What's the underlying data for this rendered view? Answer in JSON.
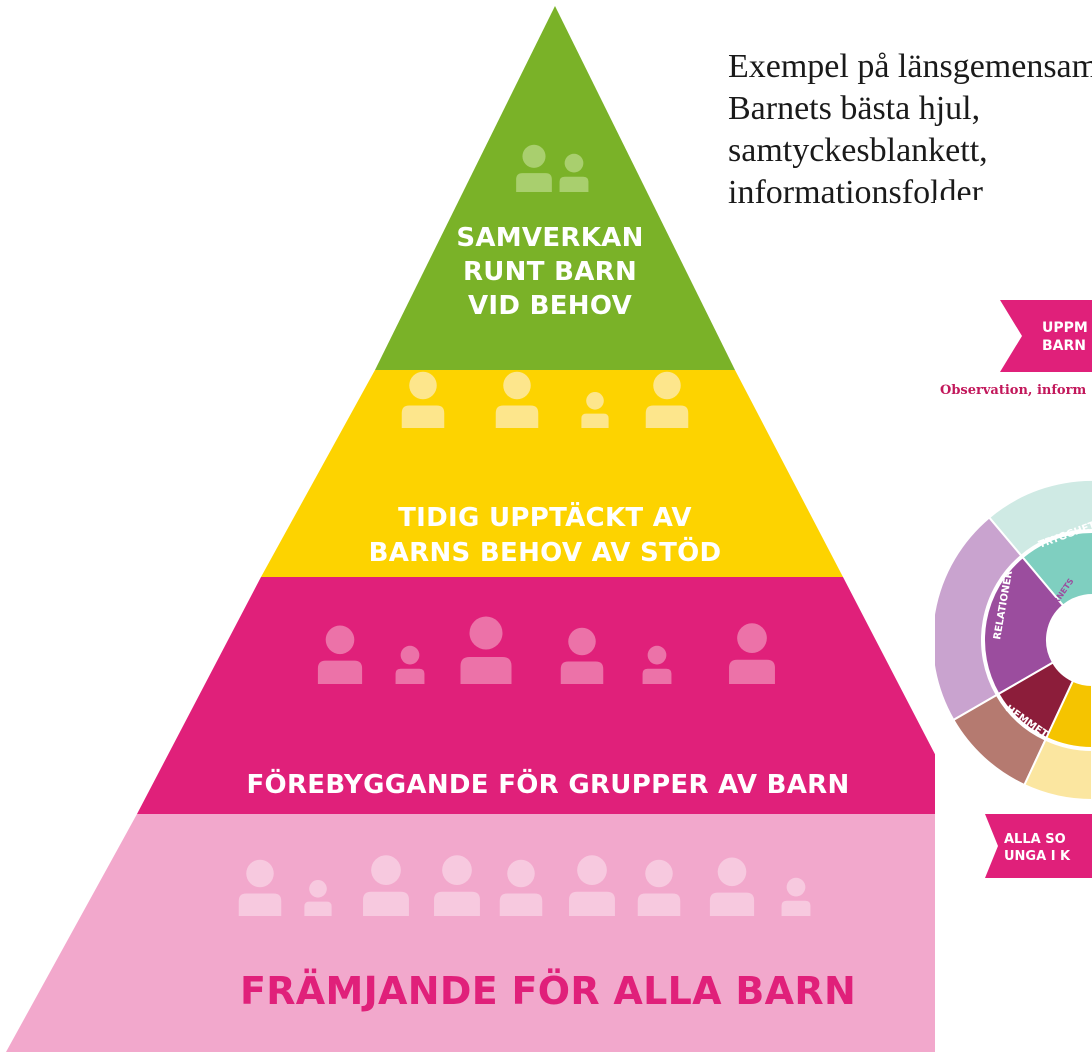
{
  "pyramid": {
    "tiers": [
      {
        "id": "samverkan",
        "lines": [
          "SAMVERKAN",
          "RUNT BARN",
          "VID BEHOV"
        ],
        "color": "#7ab228",
        "text_color": "#ffffff",
        "icon_color": "#a9cf6e"
      },
      {
        "id": "tidig",
        "lines": [
          "TIDIG UPPTÄCKT AV",
          "BARNS BEHOV AV STÖD"
        ],
        "color": "#fdd300",
        "text_color": "#ffffff",
        "icon_color": "#fde68c"
      },
      {
        "id": "forebyggande",
        "lines": [
          "FÖREBYGGANDE FÖR GRUPPER AV BARN"
        ],
        "color": "#e0207a",
        "text_color": "#ffffff",
        "icon_color": "#ec72a8"
      },
      {
        "id": "framjande",
        "lines": [
          "FRÄMJANDE FÖR ALLA BARN"
        ],
        "color": "#f2a8cc",
        "text_color": "#e0207a",
        "icon_color": "#f7c9df"
      }
    ]
  },
  "intro": {
    "lines": [
      "Exempel på länsgemensamma verktyg:",
      "Barnets bästa hjul,",
      "samtyckesblankett,",
      "informationsfolder"
    ]
  },
  "side_figure": {
    "banner_top": [
      "UPPM",
      "BARN"
    ],
    "caption": "Observation, inform",
    "wheel_labels": [
      "TRYGGHET",
      "RELATIONER",
      "HEMMET",
      "BARNETS"
    ],
    "banner_bottom": [
      "ALLA SO",
      "UNGA I K"
    ],
    "colors": {
      "banner": "#e0207a",
      "teal": "#7fcfc0",
      "purple": "#9b4d9e",
      "lilac": "#c9a3cf",
      "maroon": "#8c1d3a",
      "brown": "#b57a70",
      "gold": "#f5c400"
    }
  }
}
